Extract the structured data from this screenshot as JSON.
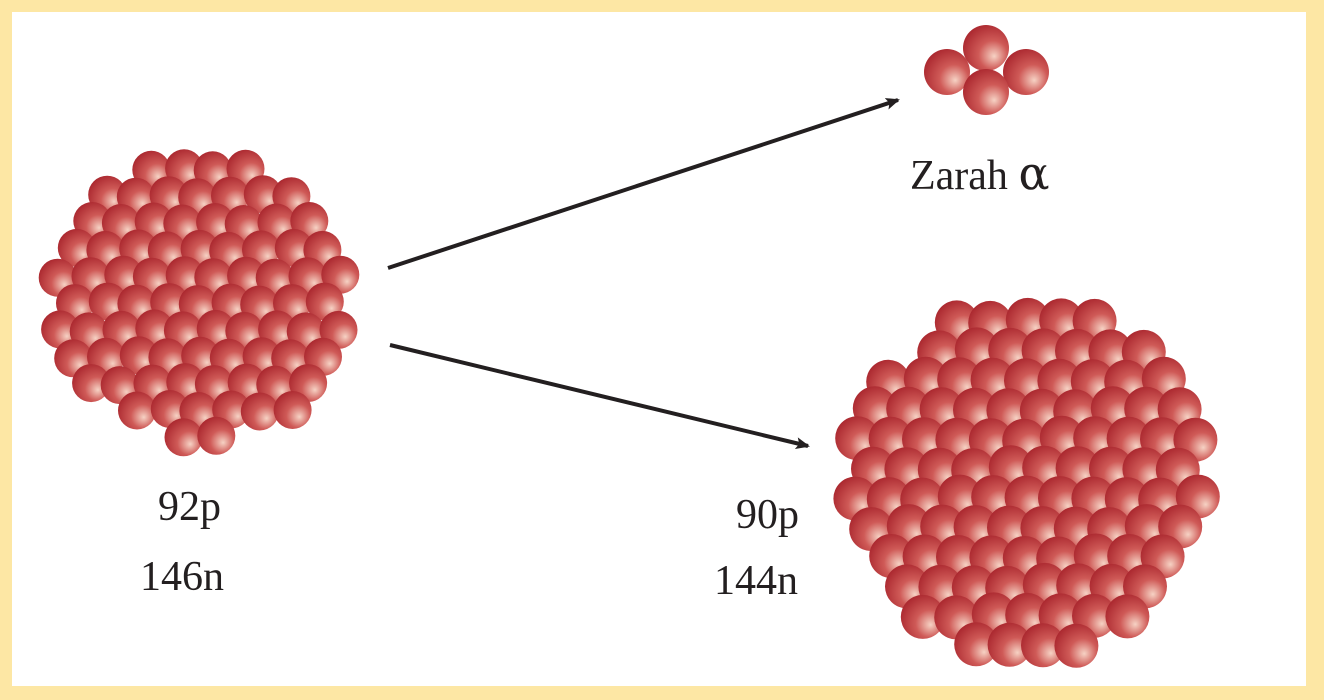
{
  "colors": {
    "border": "#fde7a4",
    "nucleon_dark": "#a8242c",
    "nucleon_mid": "#cf5a57",
    "nucleon_light": "#f6d2c4",
    "arrow": "#231f20"
  },
  "parent_nucleus": {
    "protons_label": "92p",
    "neutrons_label": "146n"
  },
  "daughter_nucleus": {
    "protons_label": "90p",
    "neutrons_label": "144n"
  },
  "alpha_particle": {
    "label": "Zarah",
    "symbol": "α"
  }
}
